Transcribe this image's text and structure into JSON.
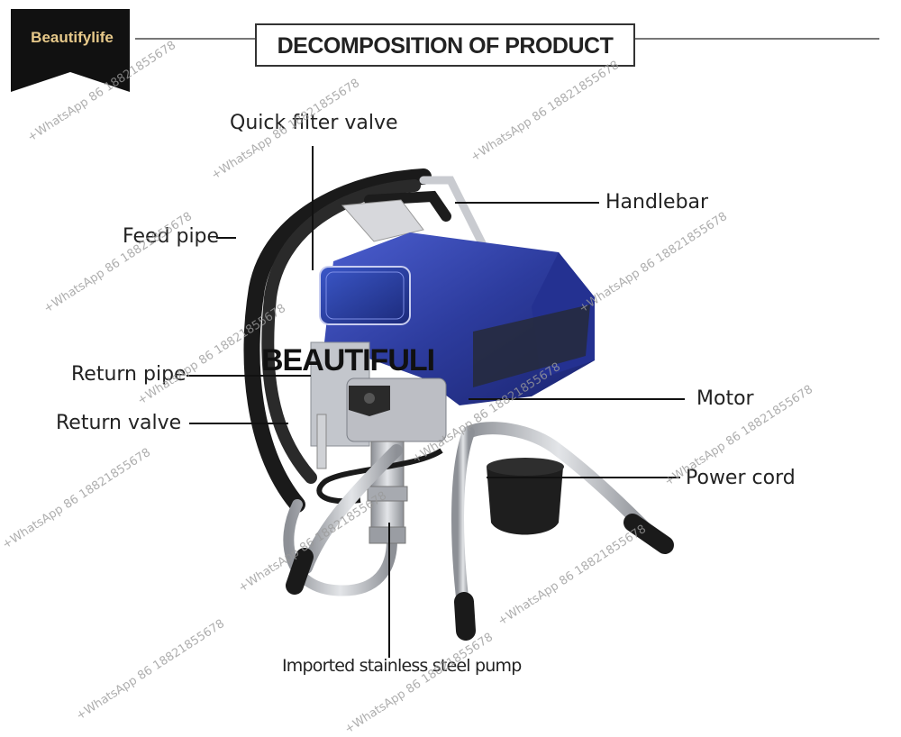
{
  "brand": {
    "name": "Beautifylife"
  },
  "header": {
    "title": "DECOMPOSITION OF PRODUCT"
  },
  "labels": {
    "quick_filter_valve": "Quick filter valve",
    "handlebar": "Handlebar",
    "feed_pipe": "Feed pipe",
    "return_pipe": "Return pipe",
    "motor": "Motor",
    "return_valve": "Return valve",
    "power_cord": "Power cord",
    "pump": "Imported stainless steel pump"
  },
  "watermarks": {
    "contact": "+WhatsApp 86 18821855678",
    "center": "BEAUTIFULI"
  },
  "colors": {
    "badge_bg": "#111111",
    "badge_text": "#e7c98a",
    "motor_blue": "#2f3fa8",
    "hose": "#1c1c1c",
    "steel": "#b9bcc0"
  }
}
